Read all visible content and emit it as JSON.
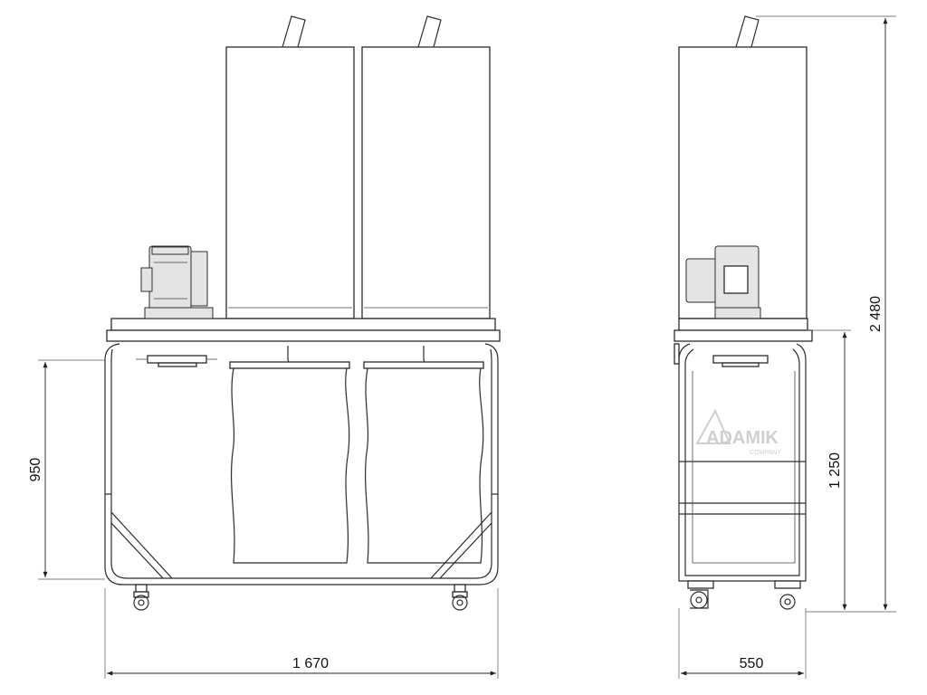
{
  "dimensions": {
    "width_front": "1 670",
    "width_side": "550",
    "total_height": "2 480",
    "frame_height_side": "1 250",
    "frame_height_front": "950"
  },
  "logo": {
    "brand": "ADAMIK",
    "sub": "COMPANY"
  },
  "colors": {
    "line": "#2b2b2b",
    "bag_fill": "#ffffff",
    "motor_fill": "#e4e4e4"
  }
}
